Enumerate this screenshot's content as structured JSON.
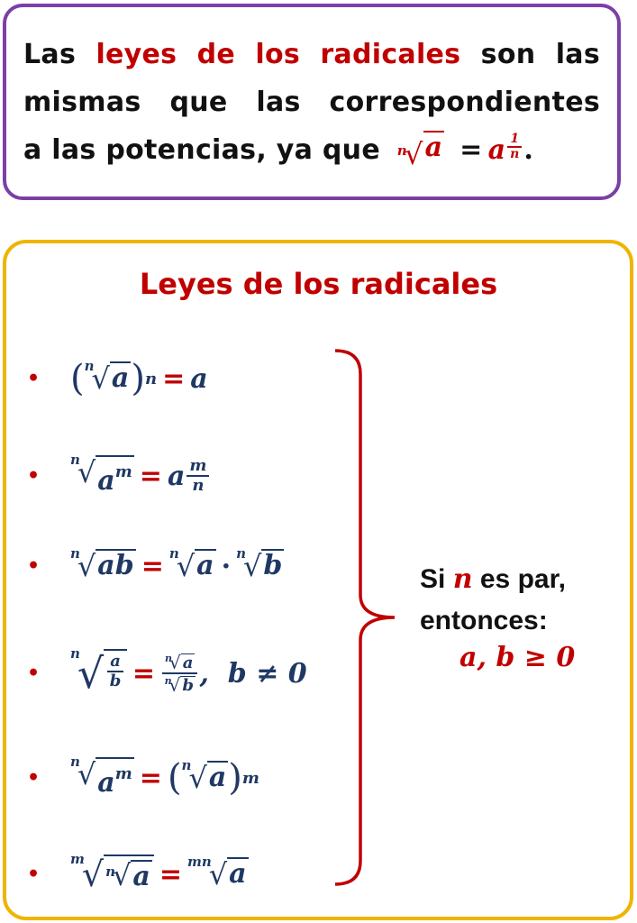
{
  "intro": {
    "line1_a": "Las",
    "line1_highlight": "leyes de los radicales",
    "line1_b": "son las",
    "line2": "mismas que las correspondientes",
    "line3": "a las potencias, ya que",
    "formula_index": "n",
    "formula_base": "a",
    "formula_eq": "=",
    "formula_power_base": "a",
    "formula_exp_num": "1",
    "formula_exp_den": "n",
    "period": "."
  },
  "laws": {
    "title": "Leyes de los radicales",
    "bullet": "•",
    "l1": {
      "lhs_base": "a",
      "lhs_index": "n",
      "lhs_exp": "n",
      "eq": "=",
      "rhs": "a"
    },
    "l2": {
      "index": "n",
      "radicand": "a",
      "radicand_exp": "m",
      "eq": "=",
      "rhs_base": "a",
      "rhs_exp_num": "m",
      "rhs_exp_den": "n"
    },
    "l3": {
      "index": "n",
      "radicand": "ab",
      "eq": "=",
      "r1_index": "n",
      "r1": "a",
      "dot": "·",
      "r2_index": "n",
      "r2": "b"
    },
    "l4": {
      "index": "n",
      "num": "a",
      "den": "b",
      "eq": "=",
      "rn_index": "n",
      "rn": "a",
      "rd_index": "n",
      "rd": "b",
      "cond": ",  b ≠ 0"
    },
    "l5": {
      "index": "n",
      "radicand": "a",
      "radicand_exp": "m",
      "eq": "=",
      "rhs_index": "n",
      "rhs_base": "a",
      "rhs_exp": "m"
    },
    "l6": {
      "outer_index": "m",
      "inner_index": "n",
      "radicand": "a",
      "eq": "=",
      "rhs_index": "mn",
      "rhs": "a"
    }
  },
  "condition": {
    "line1_a": "Si",
    "line1_var": "n",
    "line1_b": "es par,",
    "line2": "entonces:",
    "math": "a, b ≥ 0"
  },
  "colors": {
    "purple": "#7b3fa8",
    "gold": "#f0b400",
    "red": "#c00000",
    "navy": "#1f3864"
  }
}
